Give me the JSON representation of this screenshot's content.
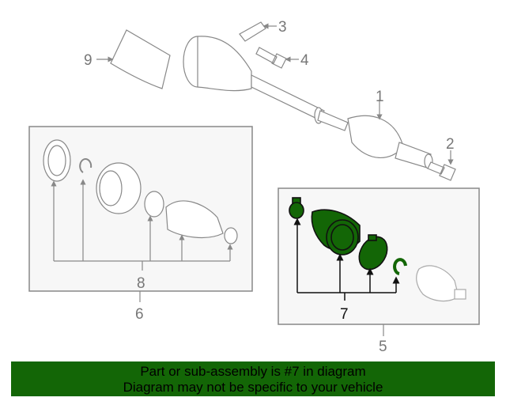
{
  "diagram": {
    "callouts": [
      "1",
      "2",
      "3",
      "4",
      "5",
      "6",
      "7",
      "8",
      "9"
    ],
    "highlight_color": "#136606"
  },
  "banner": {
    "line1": "Part or sub-assembly is #7 in diagram",
    "line2": "Diagram may not be specific to your vehicle"
  }
}
